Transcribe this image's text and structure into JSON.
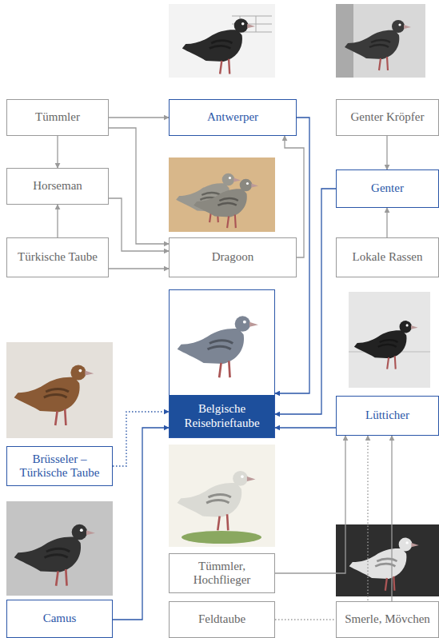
{
  "diagram": {
    "nodes": [
      {
        "text": [
          "Tümmler"
        ]
      },
      {
        "text": [
          "Antwerper"
        ]
      },
      {
        "text": [
          "Genter Kröpfer"
        ]
      },
      {
        "text": [
          "Horseman"
        ]
      },
      {
        "text": [
          "Genter"
        ]
      },
      {
        "text": [
          "Türkische Taube"
        ]
      },
      {
        "text": [
          "Dragoon"
        ]
      },
      {
        "text": [
          "Lokale Rassen"
        ]
      },
      {
        "text": [
          "Belgische Reisebrieftaube"
        ]
      },
      {
        "text": [
          "Lütticher"
        ]
      },
      {
        "text": [
          "Brüsseler – Türkische Taube"
        ]
      },
      {
        "text": [
          "Tümmler, Hochflieger"
        ]
      },
      {
        "text": [
          "Camus"
        ]
      },
      {
        "text": [
          "Feldtaube"
        ]
      },
      {
        "text": [
          "Smerle, Mövchen"
        ]
      }
    ],
    "edges": [
      {
        "from": 0,
        "to": 1,
        "arrow": "to"
      },
      {
        "from": 0,
        "to": 3,
        "arrow": "to"
      },
      {
        "from": 0,
        "to": 6,
        "arrow": "to"
      },
      {
        "from": 5,
        "to": 3,
        "arrow": "to"
      },
      {
        "from": 3,
        "to": 6,
        "arrow": "to"
      },
      {
        "from": 5,
        "to": 6,
        "arrow": "to"
      },
      {
        "from": 6,
        "to": 1,
        "arrow": "to"
      },
      {
        "from": 2,
        "to": 4,
        "arrow": "to"
      },
      {
        "from": 7,
        "to": 4,
        "arrow": "to"
      },
      {
        "from": 1,
        "to": 8,
        "arrow": "to"
      },
      {
        "from": 4,
        "to": 8,
        "arrow": "to"
      },
      {
        "from": 9,
        "to": 8,
        "arrow": "to"
      },
      {
        "from": 10,
        "to": 8,
        "arrow": "to"
      },
      {
        "from": 12,
        "to": 8,
        "arrow": "to"
      },
      {
        "from": 11,
        "to": 9,
        "arrow": "to"
      },
      {
        "from": 13,
        "to": 9,
        "arrow": "to"
      },
      {
        "from": 14,
        "to": 9,
        "arrow": "to"
      }
    ]
  }
}
